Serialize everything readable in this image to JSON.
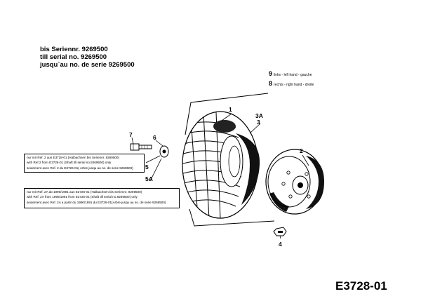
{
  "header": {
    "line_de": "bis Seriennr. 9269500",
    "line_en": "till serial no. 9269500",
    "line_fr": "jusqu`au no. de serie 9269500"
  },
  "sides": {
    "left": {
      "number": "9",
      "text": "links - left hand - gauche"
    },
    "right": {
      "number": "8",
      "text": "rechts - right hand - droite"
    }
  },
  "callouts": {
    "tire": "1",
    "rim": "2",
    "valve": "3",
    "valve_alt": "3A",
    "nut": "4",
    "shaft": "5",
    "shaft_alt": "5A",
    "washer": "6",
    "bolt": "7"
  },
  "notes": {
    "ref2": [
      "nur mit Ref. 2 aus E3728-01 (Halbachsen bis Seriennr. 9269500)",
      "with Ref.2 from E3726-01 (Shaft till serial no.9269500) only",
      "seulement avec Ref. 2 du E3726-01( Arbre jusqu au no. de serie 9269500)"
    ],
    "ref2a": [
      "nur mit Ref. 2A ab 1990/1991 aus E3726-01 (Halbachsen bis Seriennr. 9269500)",
      "with Ref. 2A from 1990/1991 from E3726-01 (Shaft till serial no.9269500) only",
      "seulement avec Ref. 2A a partir du 1990/1991 du E3726-01(Arbre jusqu au no. de serie 9269500)"
    ]
  },
  "diagram_code": "E3728-01"
}
